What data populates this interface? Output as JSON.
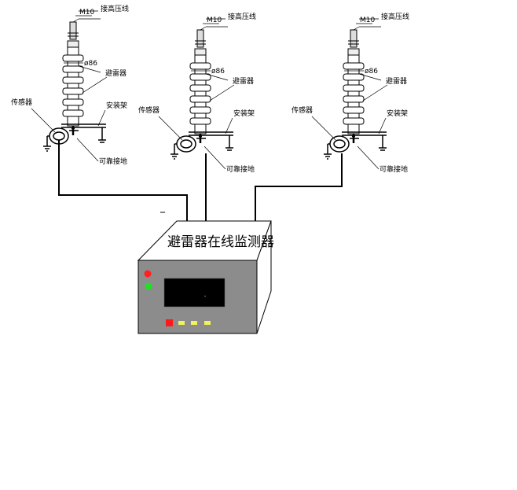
{
  "units": [
    {
      "labels": {
        "hv": "接高压线",
        "m10": "M10",
        "dia": "ø86",
        "arrester": "避雷器",
        "mount": "安装架",
        "sensor": "传感器",
        "ground": "可靠接地"
      }
    },
    {
      "labels": {
        "hv": "接高压线",
        "m10": "M10",
        "dia": "ø86",
        "arrester": "避雷器",
        "mount": "安装架",
        "sensor": "传感器",
        "ground": "可靠接地"
      }
    },
    {
      "labels": {
        "hv": "接高压线",
        "m10": "M10",
        "dia": "ø86",
        "arrester": "避雷器",
        "mount": "安装架",
        "sensor": "传感器",
        "ground": "可靠接地"
      }
    }
  ],
  "monitor": {
    "title": "避雷器在线监测器",
    "colors": {
      "front_panel": "#8c8c8c",
      "display": "#000000",
      "led_red": "#ff2020",
      "led_green": "#20e020",
      "button_red": "#ff1a1a",
      "button_yellow": "#f2f25a"
    }
  }
}
